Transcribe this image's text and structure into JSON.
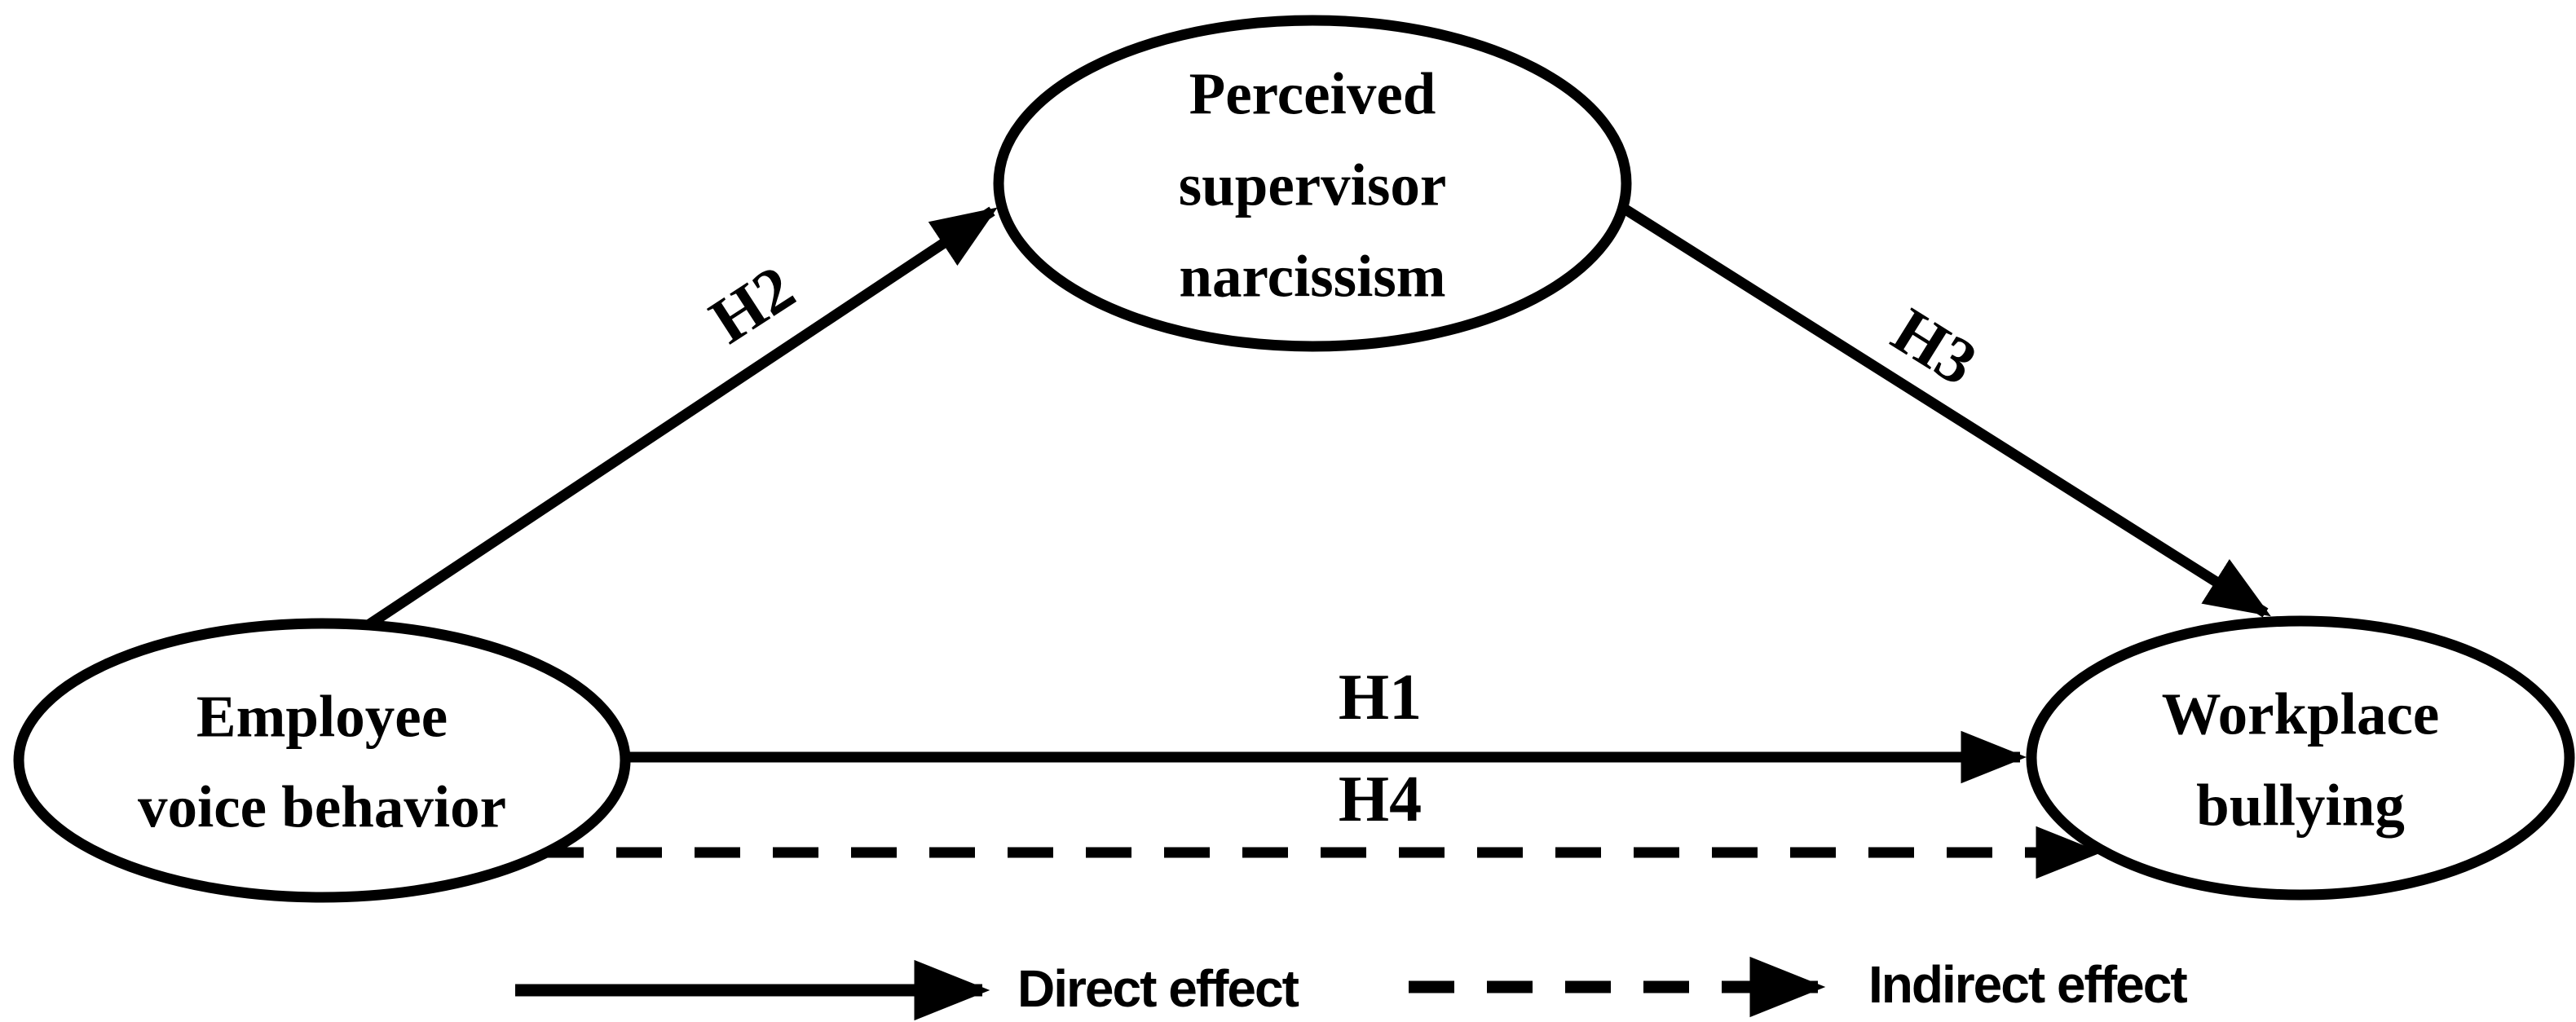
{
  "figure": {
    "type": "mediation-path-diagram",
    "background_color": "#ffffff",
    "ink_color": "#000000",
    "nodes": [
      {
        "id": "employee-voice-behavior",
        "label": "Employee voice behavior",
        "lines": [
          "Employee",
          "voice behavior"
        ],
        "shape": "ellipse"
      },
      {
        "id": "perceived-supervisor-narcissism",
        "label": "Perceived supervisor narcissism",
        "lines": [
          "Perceived",
          "supervisor",
          "narcissism"
        ],
        "shape": "ellipse"
      },
      {
        "id": "workplace-bullying",
        "label": "Workplace bullying",
        "lines": [
          "Workplace",
          "bullying"
        ],
        "shape": "ellipse"
      }
    ],
    "edges": [
      {
        "id": "H1",
        "label": "H1",
        "from": "Employee voice behavior",
        "to": "Workplace bullying",
        "style": "solid",
        "meaning": "direct effect"
      },
      {
        "id": "H2",
        "label": "H2",
        "from": "Employee voice behavior",
        "to": "Perceived supervisor narcissism",
        "style": "solid",
        "meaning": "direct effect"
      },
      {
        "id": "H3",
        "label": "H3",
        "from": "Perceived supervisor narcissism",
        "to": "Workplace bullying",
        "style": "solid",
        "meaning": "direct effect"
      },
      {
        "id": "H4",
        "label": "H4",
        "from": "Employee voice behavior",
        "to": "Workplace bullying",
        "style": "dashed",
        "meaning": "indirect effect"
      }
    ],
    "legend": {
      "direct_label": "Direct effect",
      "indirect_label": "Indirect effect"
    }
  }
}
